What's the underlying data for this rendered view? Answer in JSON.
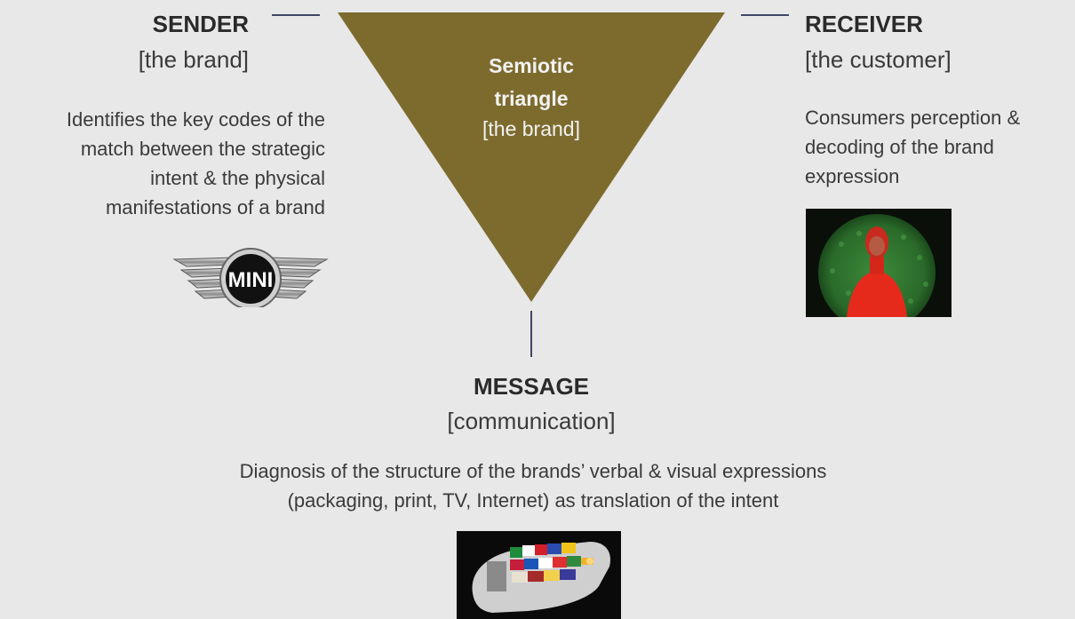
{
  "center": {
    "title_line1": "Semiotic",
    "title_line2": "triangle",
    "subtitle": "[the brand]",
    "color": "#7d6b2e"
  },
  "sender": {
    "title": "SENDER",
    "subtitle": "[the brand]",
    "desc_lines": [
      "Identifies the key codes of the",
      "match between the strategic",
      "intent & the physical",
      "manifestations of a brand"
    ],
    "logo_text": "MINI"
  },
  "receiver": {
    "title": "RECEIVER",
    "subtitle": "[the customer]",
    "desc_lines": [
      "Consumers perception &",
      "decoding of the brand",
      "expression"
    ]
  },
  "message": {
    "title": "MESSAGE",
    "subtitle": "[communication]",
    "desc_lines": [
      "Diagnosis of the structure of the brands’ verbal & visual expressions",
      "(packaging, print, TV, Internet) as translation of the intent"
    ]
  },
  "colors": {
    "background": "#e8e8e8",
    "connector": "#3d4666"
  }
}
